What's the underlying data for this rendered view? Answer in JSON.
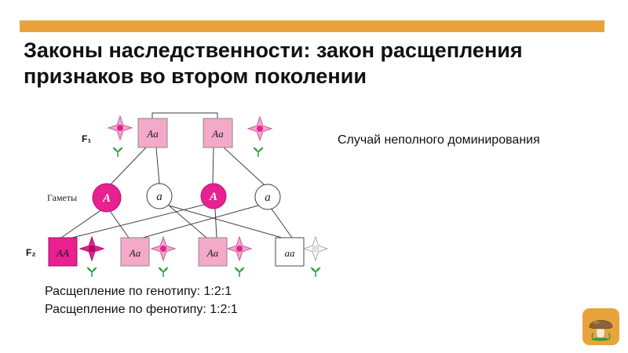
{
  "slide": {
    "title": "Законы наследственности: закон расщепления признаков во втором поколении",
    "annotation": "Случай неполного доминирования",
    "genotype_ratio": "Расщепление по генотипу: 1:2:1",
    "phenotype_ratio": "Расщепление по фенотипу: 1:2:1"
  },
  "diagram": {
    "f1_label": "F₁",
    "f2_label": "F₂",
    "gametes_label": "Гаметы",
    "f1_parents": [
      "Aa",
      "Aa"
    ],
    "gametes": [
      "A",
      "a",
      "A",
      "a"
    ],
    "f2_genotypes": [
      "AA",
      "Aa",
      "Aa",
      "aa"
    ]
  },
  "colors": {
    "orange": "#E8A33C",
    "magenta": "#E7218F",
    "pink": "#F4A9C8",
    "green": "#2F9E41"
  },
  "icons": {
    "bottom_right_logo": "mushroom-icon",
    "phenotype_marker": "four-point-star-icon",
    "plant_marker": "seedling-icon"
  }
}
